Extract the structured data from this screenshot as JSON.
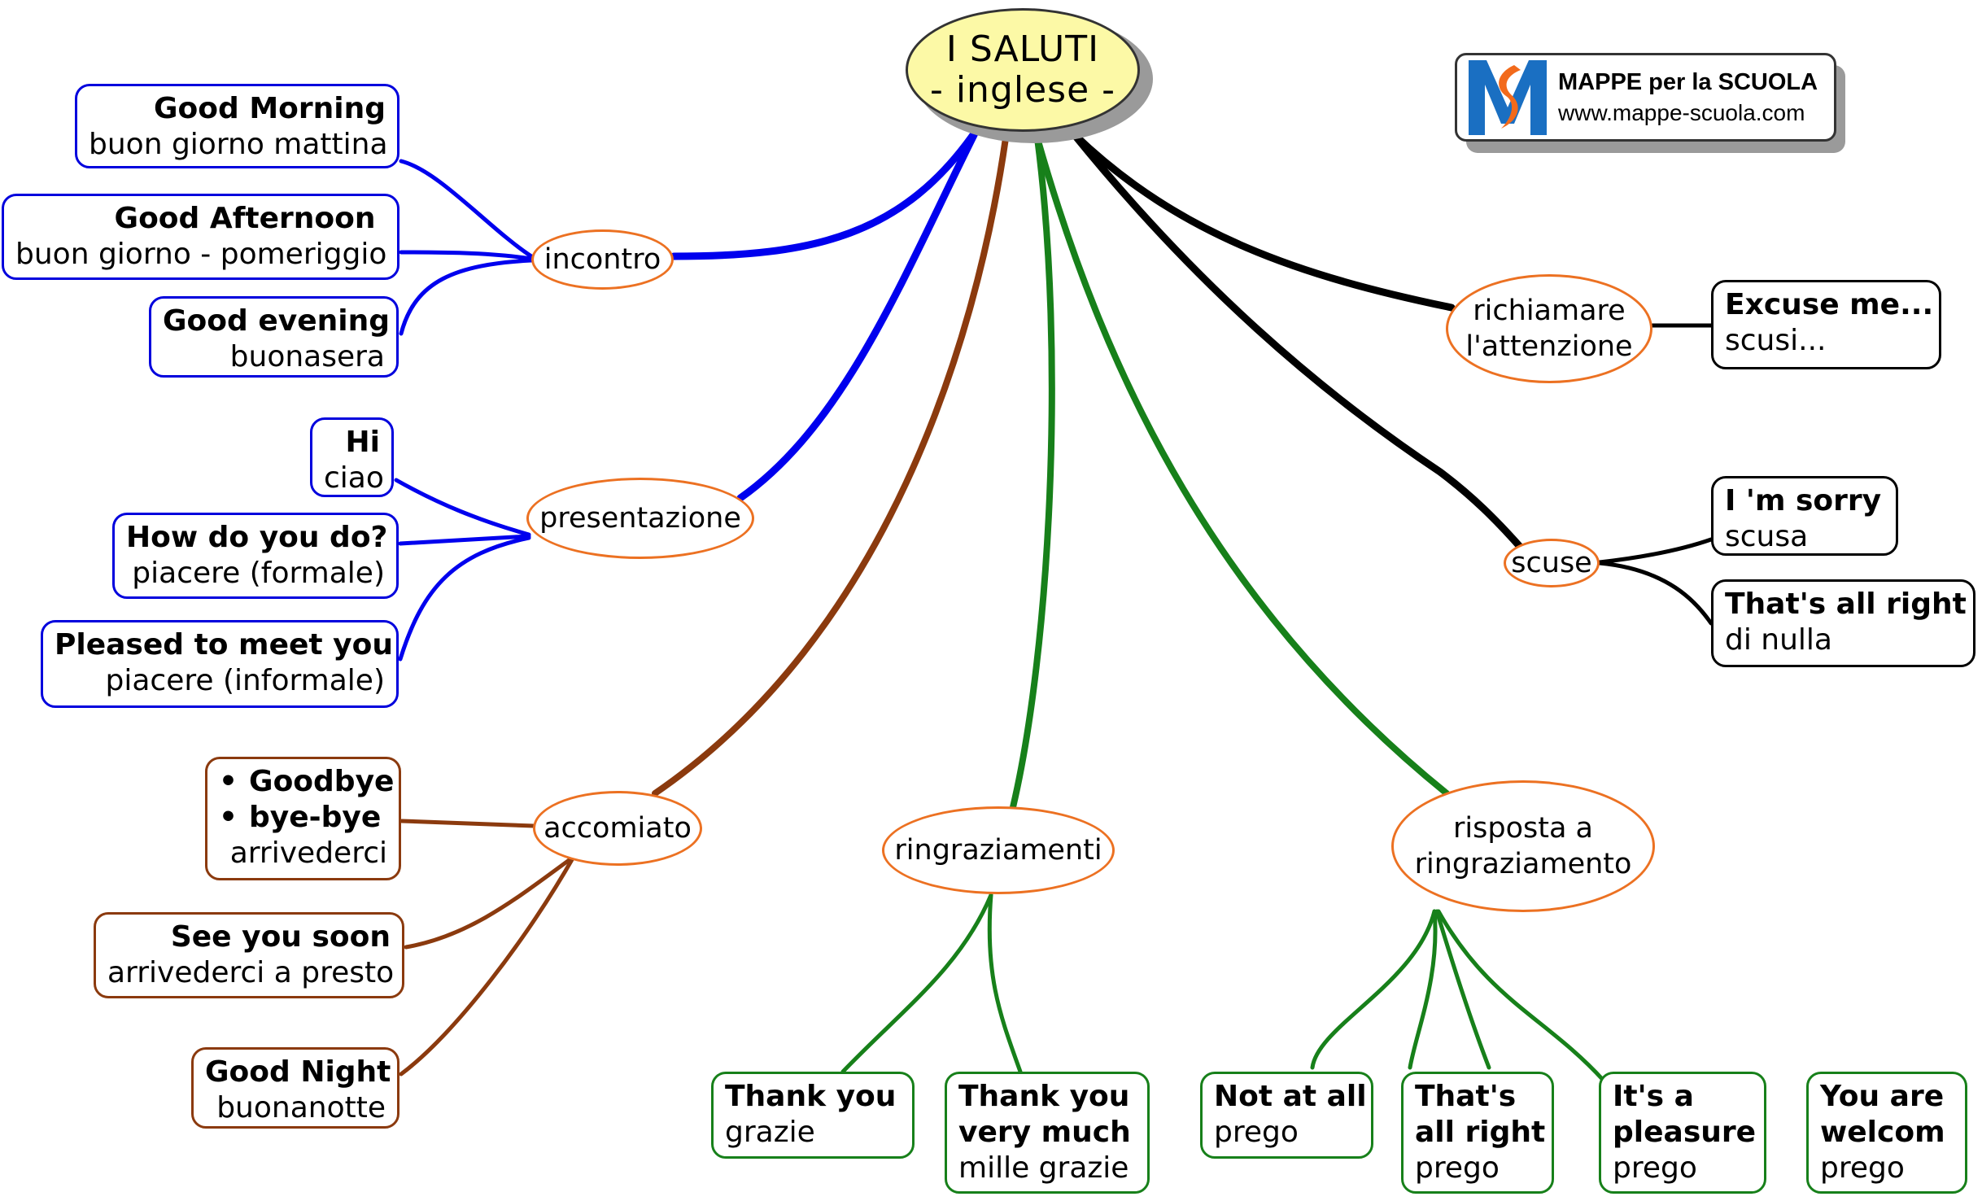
{
  "title": {
    "line1": "I SALUTI",
    "line2": "- inglese -"
  },
  "logo": {
    "icon": "mappe-scuola-m-logo-icon",
    "title": "MAPPE per la SCUOLA",
    "url": "www.mappe-scuola.com",
    "colors": {
      "blue": "#1a6fc2",
      "orange": "#f26a1b"
    }
  },
  "colors": {
    "incontro": "#0000dd",
    "presentazione": "#0000dd",
    "accomiato": "#8b3a0e",
    "ringraziamenti": "#17801a",
    "risposta": "#17801a",
    "richiamare": "#000000",
    "scuse": "#000000",
    "category_border": "#ec7122",
    "root_fill": "#fcf9a6"
  },
  "categories": {
    "incontro": "incontro",
    "presentazione": "presentazione",
    "accomiato": "accomiato",
    "ringraziamenti": "ringraziamenti",
    "risposta_line1": "risposta a",
    "risposta_line2": "ringraziamento",
    "richiamare_line1": "richiamare",
    "richiamare_line2": "l'attenzione",
    "scuse": "scuse"
  },
  "phrases": {
    "incontro": [
      {
        "en": "Good Morning",
        "it": "buon giorno mattina"
      },
      {
        "en": "Good Afternoon ",
        "it": "buon giorno - pomeriggio"
      },
      {
        "en": "Good evening",
        "it": "buonasera"
      }
    ],
    "presentazione": [
      {
        "en": "Hi",
        "it": "ciao"
      },
      {
        "en": "How do you do?",
        "it": "piacere (formale)"
      },
      {
        "en": "Pleased to meet you",
        "it": "piacere (informale)"
      }
    ],
    "accomiato": [
      {
        "en_list": [
          "Goodbye",
          "bye-bye"
        ],
        "it": "arrivederci"
      },
      {
        "en": "See you soon",
        "it": "arrivederci a presto"
      },
      {
        "en": "Good Night",
        "it": "buonanotte"
      }
    ],
    "ringraziamenti": [
      {
        "en": "Thank you",
        "it": "grazie"
      },
      {
        "en_line1": "Thank you",
        "en_line2": "very much",
        "it": "mille grazie"
      }
    ],
    "risposta": [
      {
        "en": "Not at all",
        "it": "prego"
      },
      {
        "en_line1": "That's",
        "en_line2": "all right",
        "it": "prego"
      },
      {
        "en_line1": "It's a",
        "en_line2": "pleasure",
        "it": "prego"
      },
      {
        "en_line1": "You are",
        "en_line2": "welcom",
        "it": "prego"
      }
    ],
    "richiamare": [
      {
        "en": "Excuse me...",
        "it": "scusi..."
      }
    ],
    "scuse": [
      {
        "en": "I 'm sorry",
        "it": "scusa"
      },
      {
        "en": "That's all right",
        "it": "di nulla"
      }
    ]
  }
}
